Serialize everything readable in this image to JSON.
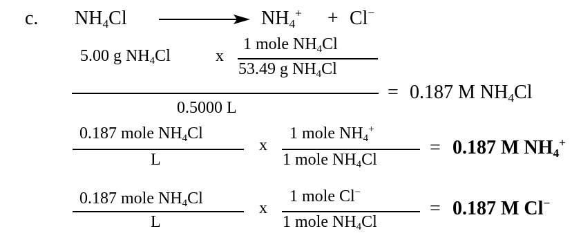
{
  "line1": {
    "label": "c.",
    "reactant": {
      "base": "NH",
      "sub": "4",
      "rest": "Cl"
    },
    "product1": {
      "base": "NH",
      "sub": "4",
      "sup": "+"
    },
    "plus": "+",
    "product2": {
      "base": "Cl",
      "sup": "−"
    }
  },
  "line2": {
    "mass": "5.00 g NH",
    "mass_sub": "4",
    "mass_rest": "Cl",
    "times": "x",
    "conv_num": "1 mole NH",
    "conv_num_sub": "4",
    "conv_num_rest": "Cl",
    "conv_den": "53.49 g NH",
    "conv_den_sub": "4",
    "conv_den_rest": "Cl",
    "volume": "0.5000 L",
    "equals": "=",
    "result": "0.187 M NH",
    "result_sub": "4",
    "result_rest": "Cl"
  },
  "line3": {
    "num": "0.187 mole NH",
    "num_sub": "4",
    "num_rest": "Cl",
    "den": "L",
    "times": "x",
    "conv_num": "1 mole NH",
    "conv_num_sub": "4",
    "conv_num_sup": "+",
    "conv_den": "1 mole NH",
    "conv_den_sub": "4",
    "conv_den_rest": "Cl",
    "equals": "=",
    "result": "0.187 M NH",
    "result_sub": "4",
    "result_sup": "+"
  },
  "line4": {
    "num": "0.187 mole NH",
    "num_sub": "4",
    "num_rest": "Cl",
    "den": "L",
    "times": "x",
    "conv_num": "1 mole Cl",
    "conv_num_sup": "−",
    "conv_den": "1 mole NH",
    "conv_den_sub": "4",
    "conv_den_rest": "Cl",
    "equals": "=",
    "result": "0.187 M Cl",
    "result_sup": "−"
  }
}
